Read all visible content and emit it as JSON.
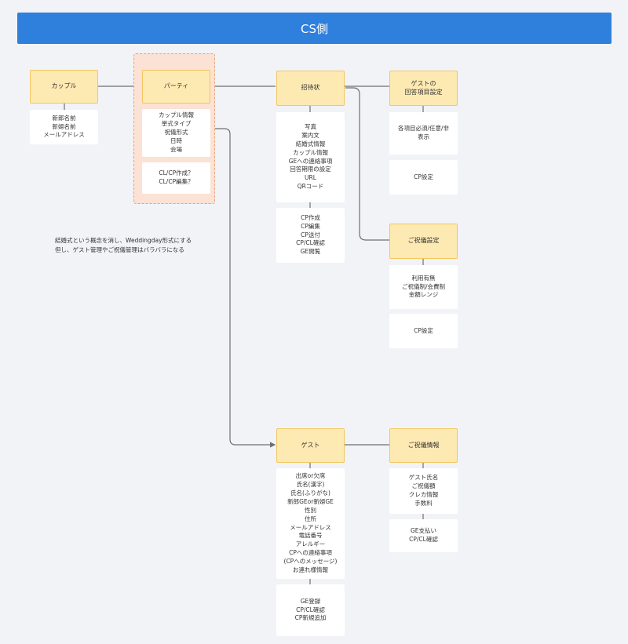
{
  "header": {
    "title": "CS側"
  },
  "nodes": {
    "couple": "カップル",
    "party": "パーティ",
    "invitation": "招待状",
    "guest_answer_settings": "ゲストの\n回答項目設定",
    "gift_settings": "ご祝儀設定",
    "guest": "ゲスト",
    "gift_info": "ご祝儀情報"
  },
  "cards": {
    "couple_fields": "新郎名前\n新婦名前\nメールアドレス",
    "party_fields": "カップル情報\n挙式タイプ\n祝儀形式\n日時\n会場",
    "party_cl": "CL/CP作成？\nCL/CP編集？",
    "invitation_fields": "写真\n案内文\n結婚式情報\nカップル情報\nGEへの連絡事項\n回答期限の設定\nURL\nQRコード",
    "invitation_cp": "CP作成\nCP編集\nCP送付\nCP/CL確認\nGE閲覧",
    "answer_items": "各項目必須/任意/非\n表示",
    "answer_cp": "CP設定",
    "gift_fields": "利用有無\nご祝儀制/会費制\n金額レンジ",
    "gift_cp": "CP設定",
    "guest_fields": "出席or欠席\n氏名(漢字)\n氏名(ふりがな)\n新郎GEor新婦GE\n性別\n住所\nメールアドレス\n電話番号\nアレルギー\nCPへの連絡事項\n(CPへのメッセージ)\nお連れ様情報",
    "guest_ops": "GE登録\nCP/CL確認\nCP新規追加",
    "gift_info_fields": "ゲスト氏名\nご祝儀額\nクレカ情報\n手数料",
    "gift_info_ops": "GE支払い\nCP/CL確認"
  },
  "note": "結婚式という概念を消し、Weddingday形式にする\n但し、ゲスト管理やご祝儀管理はバラバラになる",
  "colors": {
    "header": "#2f7fdc",
    "node_fill": "#fde9b2",
    "node_border": "#f2c661",
    "group_fill": "#fbe2d4",
    "connector": "#6f6f6f",
    "background": "#f2f3f7"
  }
}
